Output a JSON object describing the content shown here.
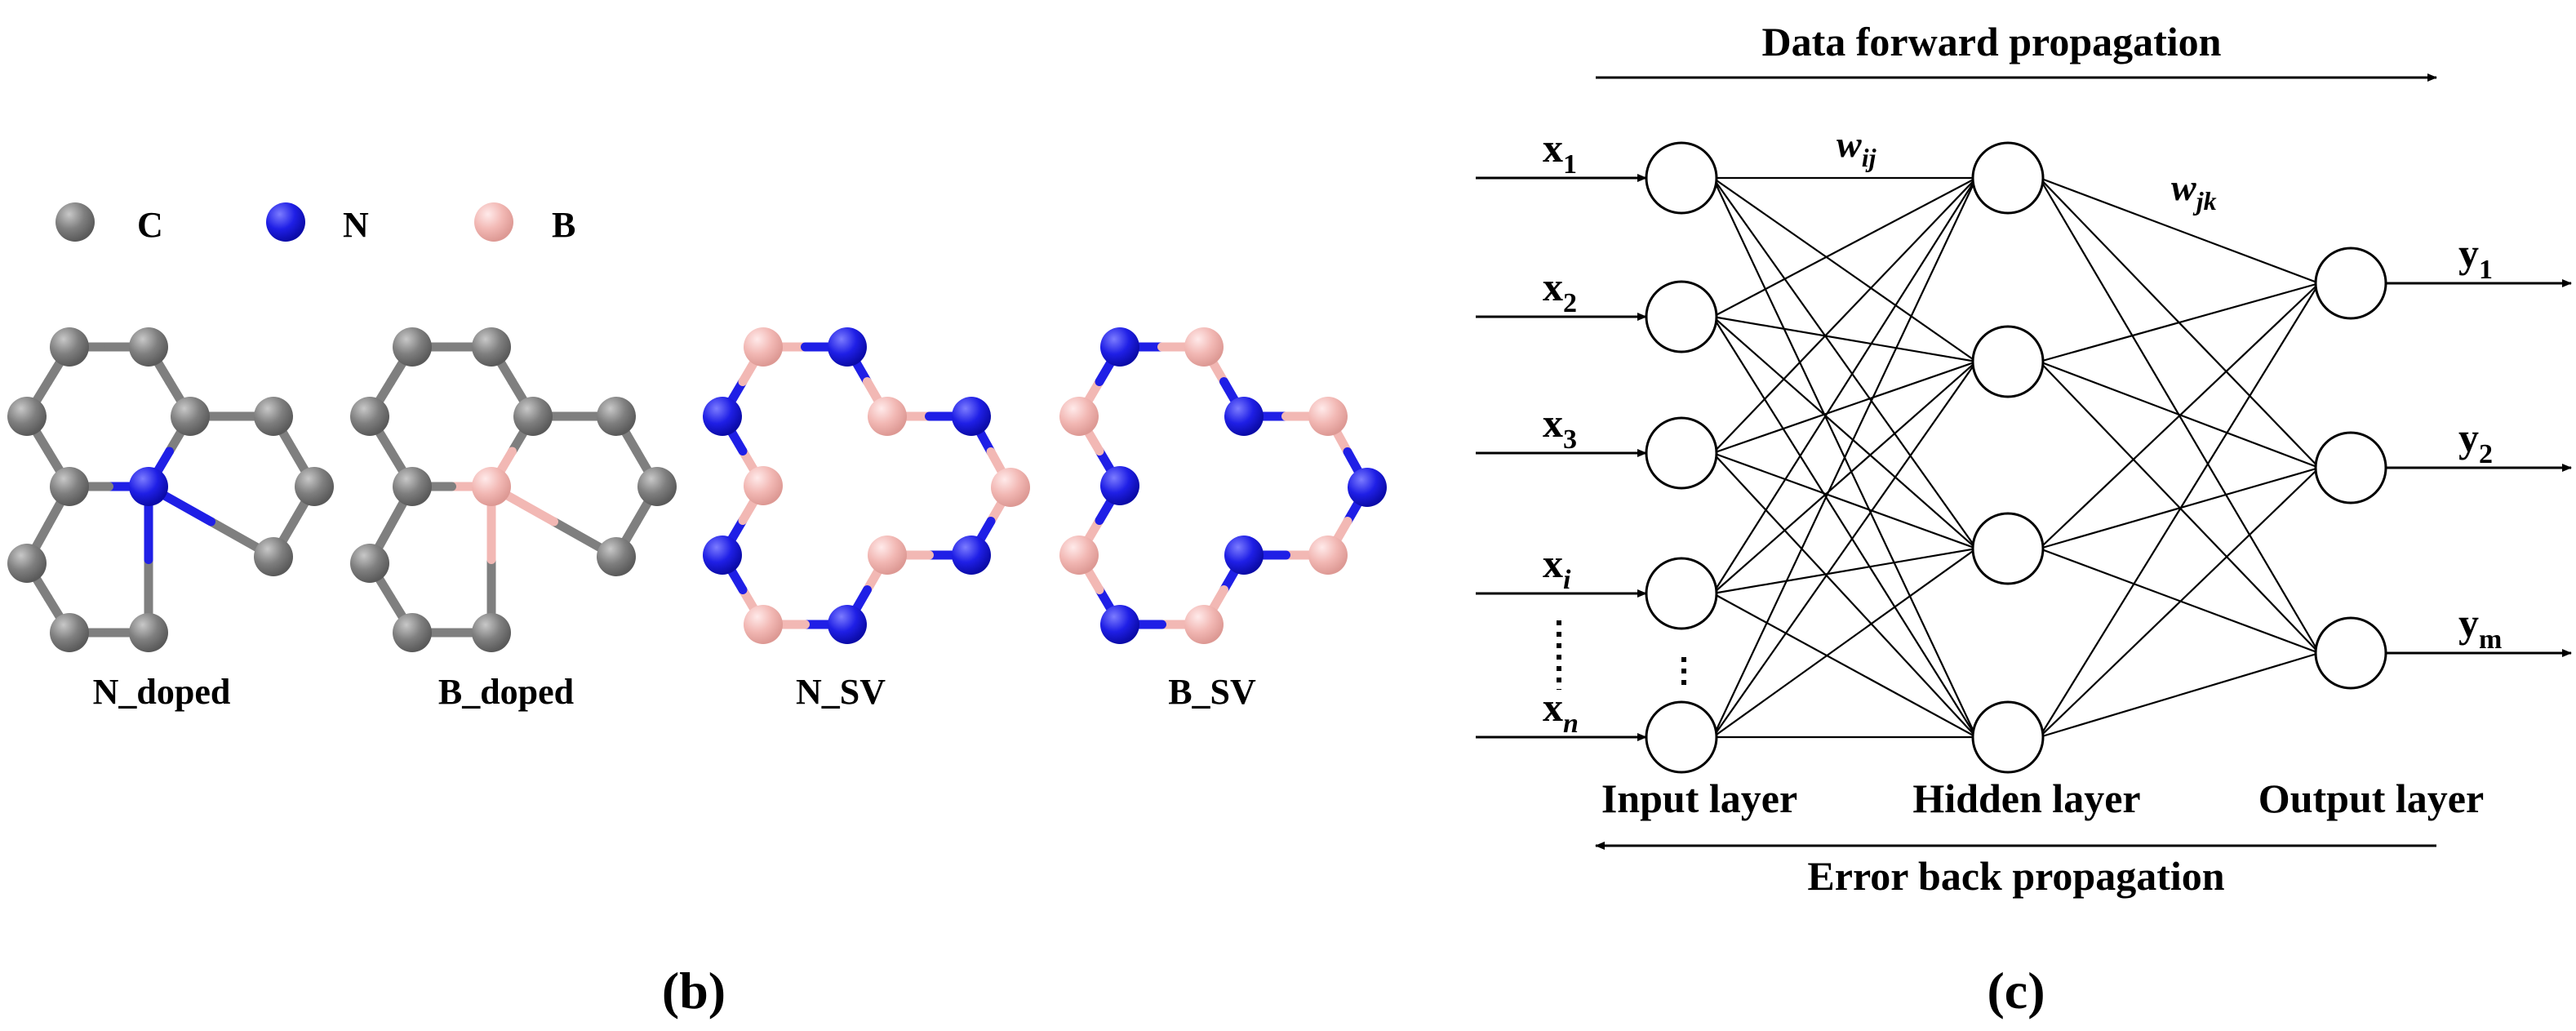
{
  "legend": [
    {
      "label": "C",
      "element": "C"
    },
    {
      "label": "N",
      "element": "N"
    },
    {
      "label": "B",
      "element": "B"
    }
  ],
  "element_colors": {
    "C": "#7f7f7f",
    "N": "#1f1fe6",
    "B": "#f2b8b4"
  },
  "structures": [
    {
      "label": "N_doped"
    },
    {
      "label": "B_doped"
    },
    {
      "label": "N_SV"
    },
    {
      "label": "B_SV"
    }
  ],
  "panel_labels": {
    "left": "(b)",
    "right": "(c)"
  },
  "network": {
    "forward_label": "Data forward propagation",
    "backward_label": "Error back propagation",
    "weight_ij": {
      "base": "w",
      "sub": "ij"
    },
    "weight_jk": {
      "base": "w",
      "sub": "jk"
    },
    "inputs": [
      {
        "base": "x",
        "sub": "1",
        "italic": false
      },
      {
        "base": "x",
        "sub": "2",
        "italic": false
      },
      {
        "base": "x",
        "sub": "3",
        "italic": false
      },
      {
        "base": "x",
        "sub": "i",
        "italic": true
      },
      {
        "base": "x",
        "sub": "n",
        "italic": true
      }
    ],
    "outputs": [
      {
        "base": "y",
        "sub": "1"
      },
      {
        "base": "y",
        "sub": "2"
      },
      {
        "base": "y",
        "sub": "m"
      }
    ],
    "layers": [
      {
        "label": "Input layer"
      },
      {
        "label": "Hidden layer"
      },
      {
        "label": "Output layer"
      }
    ],
    "hidden_count": 4
  }
}
